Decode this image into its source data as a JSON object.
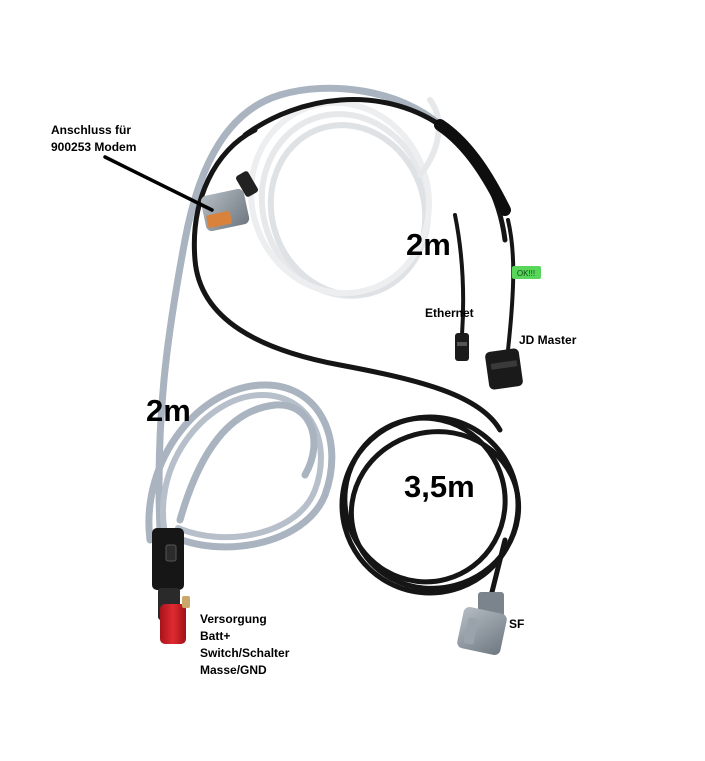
{
  "labels": {
    "modem_connector": [
      "Anschluss für",
      "900253 Modem"
    ],
    "length_white_cable": "2m",
    "ethernet": "Ethernet",
    "jd_master": "JD Master",
    "length_grey_cable": "2m",
    "length_black_cable": "3,5m",
    "sf": "SF",
    "supply": [
      "Versorgung",
      "Batt+",
      "Switch/Schalter",
      "Masse/GND"
    ]
  },
  "connector_tag_text": "OK!!!",
  "colors": {
    "background": "#ffffff",
    "black_cable": "#151515",
    "grey_cable": "#a9b4c0",
    "white_cable": "#e6e8ea",
    "connector_grey": "#8f98a0",
    "connector_orange": "#d9823c",
    "plug_red": "#d8212a",
    "green_tag": "#57d65a",
    "label_text": "#000000"
  }
}
